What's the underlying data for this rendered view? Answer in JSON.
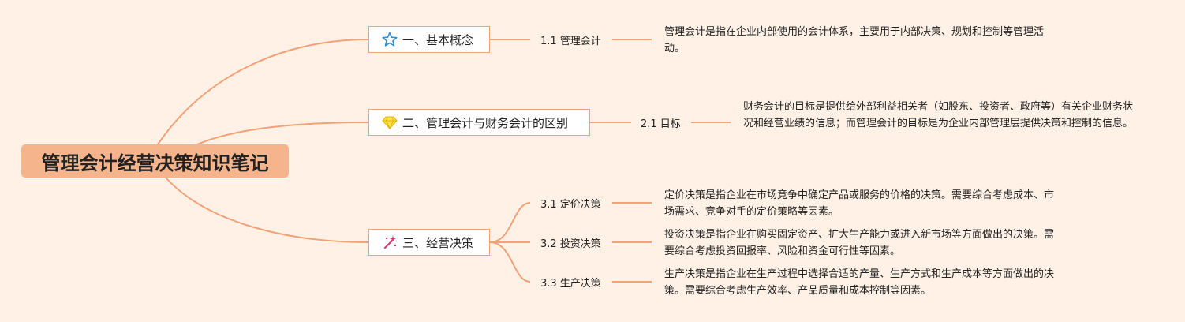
{
  "root": "管理会计经营决策知识笔记",
  "branches": [
    {
      "icon": "star-icon",
      "label": "一、基本概念",
      "items": [
        {
          "label": "1.1 管理会计",
          "desc": "管理会计是指在企业内部使用的会计体系，主要用于内部决策、规划和控制等管理活动。"
        }
      ]
    },
    {
      "icon": "gem-icon",
      "label": "二、管理会计与财务会计的区别",
      "items": [
        {
          "label": "2.1 目标",
          "desc": "财务会计的目标是提供给外部利益相关者（如股东、投资者、政府等）有关企业财务状况和经营业绩的信息；而管理会计的目标是为企业内部管理层提供决策和控制的信息。"
        }
      ]
    },
    {
      "icon": "magic-wand-icon",
      "label": "三、经营决策",
      "items": [
        {
          "label": "3.1 定价决策",
          "desc": "定价决策是指企业在市场竞争中确定产品或服务的价格的决策。需要综合考虑成本、市场需求、竞争对手的定价策略等因素。"
        },
        {
          "label": "3.2 投资决策",
          "desc": "投资决策是指企业在购买固定资产、扩大生产能力或进入新市场等方面做出的决策。需要综合考虑投资回报率、风险和资金可行性等因素。"
        },
        {
          "label": "3.3 生产决策",
          "desc": "生产决策是指企业在生产过程中选择合适的产量、生产方式和生产成本等方面做出的决策。需要综合考虑生产效率、产品质量和成本控制等因素。"
        }
      ]
    }
  ],
  "colors": {
    "background": "#fff1e6",
    "root": "#f5b48c",
    "connector": "#f2a276"
  }
}
